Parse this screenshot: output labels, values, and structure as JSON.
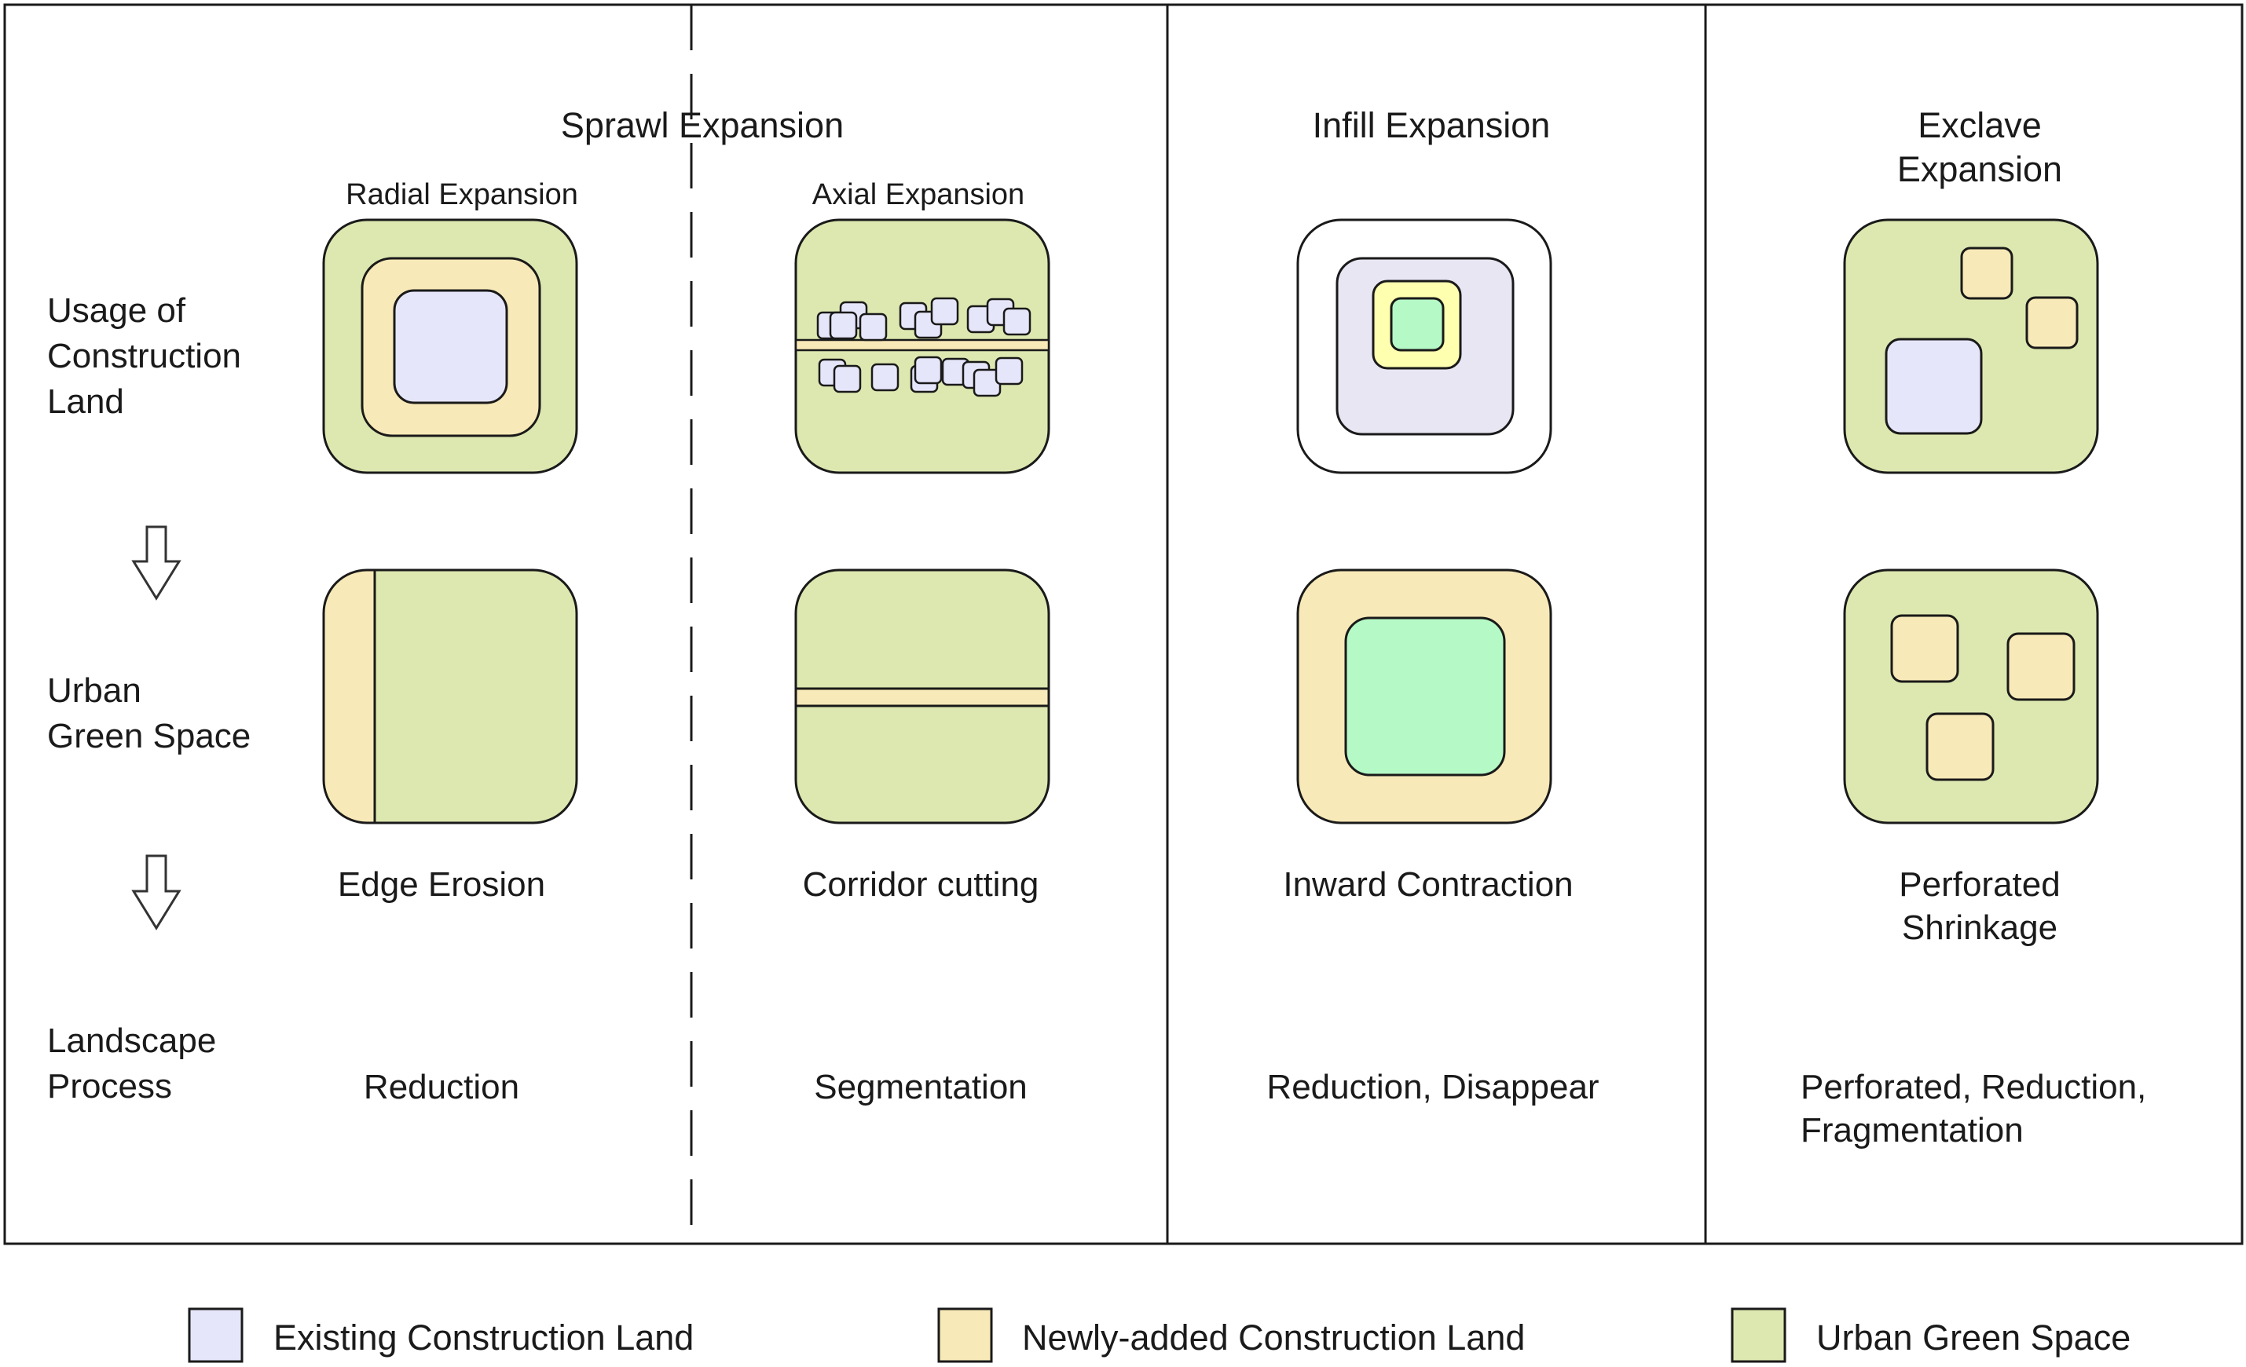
{
  "columns": {
    "sprawl": {
      "title": "Sprawl Expansion",
      "radial_title": "Radial Expansion",
      "axial_title": "Axial Expansion"
    },
    "infill": {
      "title": "Infill Expansion"
    },
    "exclave": {
      "title": "Exclave Expansion"
    }
  },
  "row_labels": {
    "construction": "Usage of\nConstruction\nLand",
    "green_space": "Urban\nGreen Space",
    "landscape": "Landscape\nProcess"
  },
  "patterns": {
    "radial": "Edge Erosion",
    "axial": "Corridor cutting",
    "infill": "Inward Contraction",
    "exclave": "Perforated Shrinkage"
  },
  "processes": {
    "radial": "Reduction",
    "axial": "Segmentation",
    "infill": "Reduction, Disappear",
    "exclave": "Perforated, Reduction,\nFragmentation"
  },
  "legend": [
    {
      "label": "Existing Construction Land",
      "color": "#e6e6fa"
    },
    {
      "label": "Newly-added Construction Land",
      "color": "#f8e9b8"
    },
    {
      "label": "Urban Green Space",
      "color": "#dde8b0"
    }
  ],
  "colors": {
    "existing": "#e6e6fa",
    "new": "#f8e9b8",
    "green": "#dde8b0",
    "bright_green": "#b5fac6",
    "light_yellow": "#ffffb0",
    "lavender_gray": "#e8e6f2",
    "stroke": "#1a1a1a"
  }
}
